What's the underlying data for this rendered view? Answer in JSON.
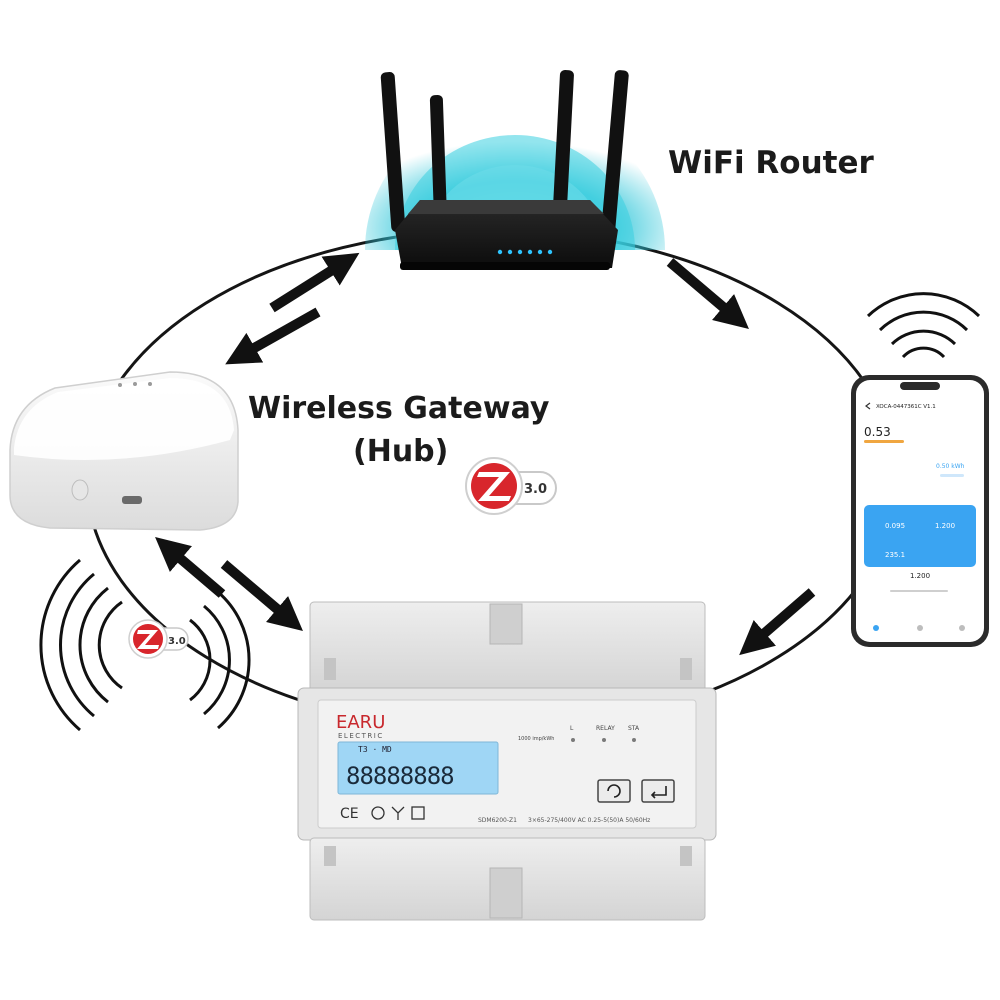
{
  "labels": {
    "router": "WiFi Router",
    "gateway_line1": "Wireless Gateway",
    "gateway_line2": "(Hub)"
  },
  "zigbee_badges": {
    "large_version": "3.0",
    "small_version": "3.0"
  },
  "phone": {
    "device_title": "XOCA-0447361C V1.1",
    "big_value": "0.53",
    "side_value": "0.50 kWh",
    "card_value_1": "0.095",
    "card_value_2": "1.200",
    "card_value_3": "235.1",
    "bottom_value": "1.200"
  },
  "meter": {
    "brand": "EARU",
    "brand_sub": "ELECTRIC",
    "lcd_indicators": "T3 · MD",
    "lcd_digits": "88888888",
    "pulse_label": "1000 imp/kWh",
    "led_1": "L",
    "led_2": "RELAY",
    "led_3": "STA",
    "model": "SDM6200-Z1",
    "rating": "3×65-275/400V AC  0.25-5(50)A  50/60Hz",
    "ce_mark": "CE"
  },
  "colors": {
    "router_glow": "#25c6d8",
    "zigbee_red": "#d8262c",
    "phone_card": "#3aa4f2",
    "lcd": "#9fd6f5",
    "brand_red": "#c8282d"
  }
}
